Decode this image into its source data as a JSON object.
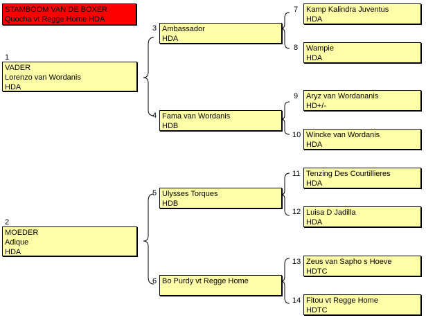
{
  "title": {
    "line1": "STAMBOOM VAN DE BOXER",
    "line2": "Quocha vt Regge Home HDA"
  },
  "father": {
    "num": "1",
    "lines": [
      "VADER",
      "Lorenzo van Wordanis",
      "HDA"
    ]
  },
  "mother": {
    "num": "2",
    "lines": [
      "MOEDER",
      "Adique",
      "HDA"
    ]
  },
  "grandparents": [
    {
      "num": "3",
      "name": "Ambassador",
      "code": "HDA"
    },
    {
      "num": "4",
      "name": "Fama van Wordanis",
      "code": "HDB"
    },
    {
      "num": "5",
      "name": "Ulysses  Torques",
      "code": "HDB"
    },
    {
      "num": "6",
      "name": "Bo Purdy vt Regge Home",
      "code": ""
    }
  ],
  "great_grandparents": [
    {
      "num": "7",
      "name": "Kamp Kalindra Juventus",
      "code": "HDA"
    },
    {
      "num": "8",
      "name": "Wampie",
      "code": "HDA"
    },
    {
      "num": "9",
      "name": "Aryz van Wordananis",
      "code": "HD+/-"
    },
    {
      "num": "10",
      "name": "Wincke van Wordanis",
      "code": "HDA"
    },
    {
      "num": "11",
      "name": "Tenzing Des Courtillieres",
      "code": "HDA"
    },
    {
      "num": "12",
      "name": "Luisa D Jadilla",
      "code": "HDA"
    },
    {
      "num": "13",
      "name": "Zeus van Sapho s Hoeve",
      "code": "HDTC"
    },
    {
      "num": "14",
      "name": "Fitou vt Regge Home",
      "code": "HDTC"
    }
  ],
  "colors": {
    "box_fill": "#ffffa8",
    "title_fill": "#ff0000",
    "border": "#000000"
  }
}
